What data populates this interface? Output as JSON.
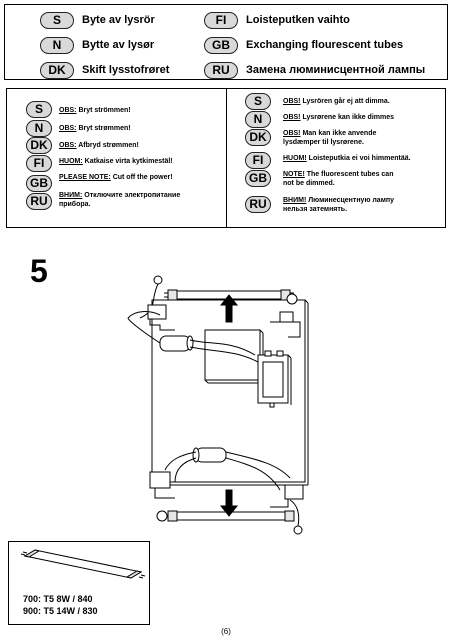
{
  "header": {
    "rows": [
      {
        "code": "S",
        "text": "Byte av lysrör"
      },
      {
        "code": "FI",
        "text": "Loisteputken vaihto"
      },
      {
        "code": "N",
        "text": "Bytte av lysør"
      },
      {
        "code": "GB",
        "text": "Exchanging flourescent tubes"
      },
      {
        "code": "DK",
        "text": "Skift lysstofrøret"
      },
      {
        "code": "RU",
        "text": "Замена люминисцентной лампы"
      }
    ]
  },
  "warnings_left": [
    {
      "code": "S",
      "label": "OBS:",
      "text": "Bryt strömmen!"
    },
    {
      "code": "N",
      "label": "OBS:",
      "text": "Bryt strømmen!"
    },
    {
      "code": "DK",
      "label": "OBS:",
      "text": "Afbryd strømmen!"
    },
    {
      "code": "FI",
      "label": "HUOM:",
      "text": "Katkaise virta kytkimestäl!"
    },
    {
      "code": "GB",
      "label": "PLEASE NOTE:",
      "text": "Cut off the power!"
    },
    {
      "code": "RU",
      "label": "ВНИМ:",
      "text": "Отключите электропитание",
      "text2": "прибора."
    }
  ],
  "warnings_right": [
    {
      "code": "S",
      "label": "OBS!",
      "text": "Lysrören går ej att dimma."
    },
    {
      "code": "N",
      "label": "OBS!",
      "text": "Lysrørene kan ikke dimmes"
    },
    {
      "code": "DK",
      "label": "OBS!",
      "text": "Man kan ikke anvende",
      "text2": "lysdæmper til lysrørene."
    },
    {
      "code": "FI",
      "label": "HUOM!",
      "text": "Loisteputkia ei voi himmentää."
    },
    {
      "code": "GB",
      "label": "NOTE!",
      "text": "The fluorescent tubes can",
      "text2": "not be dimmed."
    },
    {
      "code": "RU",
      "label": "ВНИМ!",
      "text": "Люминесцентную лампу",
      "text2": "нельзя затемнять."
    }
  ],
  "step_number": "5",
  "tubes": {
    "line1": "700: T5 8W / 840",
    "line2": "900: T5 14W / 830"
  },
  "page_number": "(6)"
}
